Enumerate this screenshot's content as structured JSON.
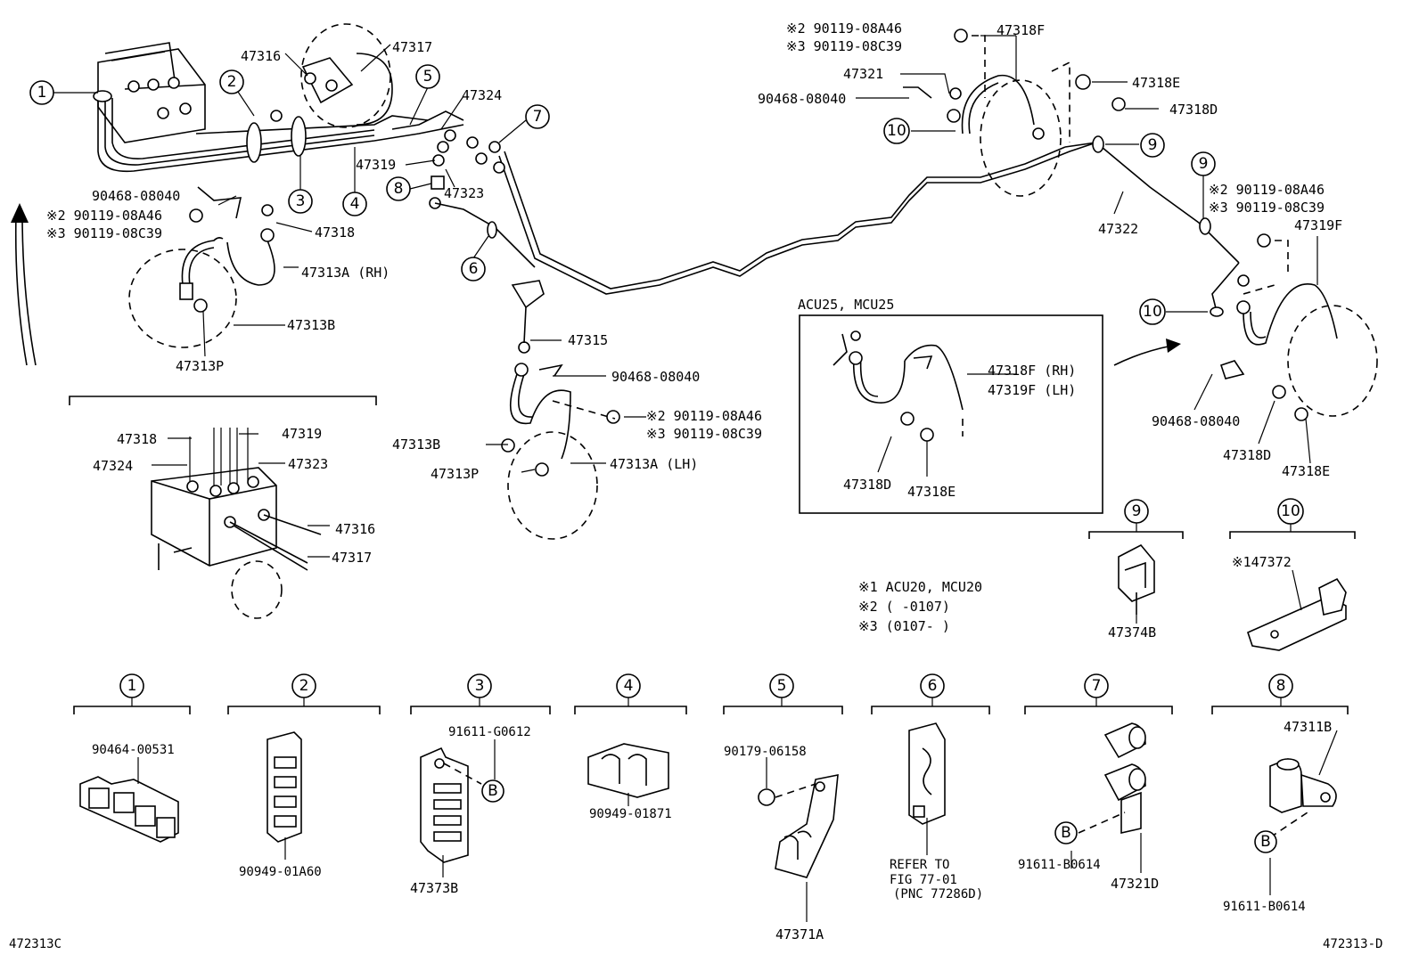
{
  "figure_codes": {
    "left": "472313C",
    "right": "472313-D"
  },
  "main_labels": {
    "p47317": "47317",
    "p47316": "47316",
    "p47324": "47324",
    "p47319": "47319",
    "p47323": "47323",
    "p90468_a": "90468-08040",
    "p47318": "47318",
    "p47313a_rh": "47313A (RH)",
    "p47313b": "47313B",
    "p47313p": "47313P",
    "p47315": "47315",
    "p90468_b": "90468-08040",
    "p47313b_2": "47313B",
    "p47313p_2": "47313P",
    "p47313a_lh": "47313A (LH)",
    "p47318f": "47318F",
    "p47321": "47321",
    "p90468_c": "90468-08040",
    "p47318e": "47318E",
    "p47318d": "47318D",
    "p47322": "47322",
    "p47319f": "47319F",
    "p90468_d": "90468-08040",
    "p47318d_2": "47318D",
    "p47318e_2": "47318E"
  },
  "note_pairs": {
    "rh_note2": "※2 90119-08A46",
    "rh_note3": "※3 90119-08C39",
    "lh_note2": "※2 90119-08A46",
    "lh_note3": "※3 90119-08C39",
    "top_note2": "※2 90119-08A46",
    "top_note3": "※3 90119-08C39",
    "right_note2": "※2 90119-08A46",
    "right_note3": "※3 90119-08C39"
  },
  "inset_block": {
    "p47318": "47318",
    "p47319": "47319",
    "p47324": "47324",
    "p47323": "47323",
    "p47316": "47316",
    "p47317": "47317"
  },
  "acu_box": {
    "title": "ACU25, MCU25",
    "rh": "47318F (RH)",
    "lh": "47319F (LH)",
    "d": "47318D",
    "e": "47318E"
  },
  "legend": {
    "l1": "※1 ACU20, MCU20",
    "l2": "※2 (     -0107)",
    "l3": "※3 (0107-     )"
  },
  "callout_numbers": [
    "1",
    "2",
    "3",
    "4",
    "5",
    "6",
    "7",
    "8",
    "9",
    "10",
    "B"
  ],
  "detail_parts": {
    "d1": "90464-00531",
    "d2": "90949-01A60",
    "d3a": "91611-G0612",
    "d3b": "47373B",
    "d4": "90949-01871",
    "d5a": "90179-06158",
    "d5b": "47371A",
    "d6a": "REFER TO",
    "d6b": "FIG 77-01",
    "d6c": "(PNC 77286D)",
    "d7a": "91611-B0614",
    "d7b": "47321D",
    "d8a": "47311B",
    "d8b": "91611-B0614",
    "d9": "47374B",
    "d10": "※147372"
  }
}
